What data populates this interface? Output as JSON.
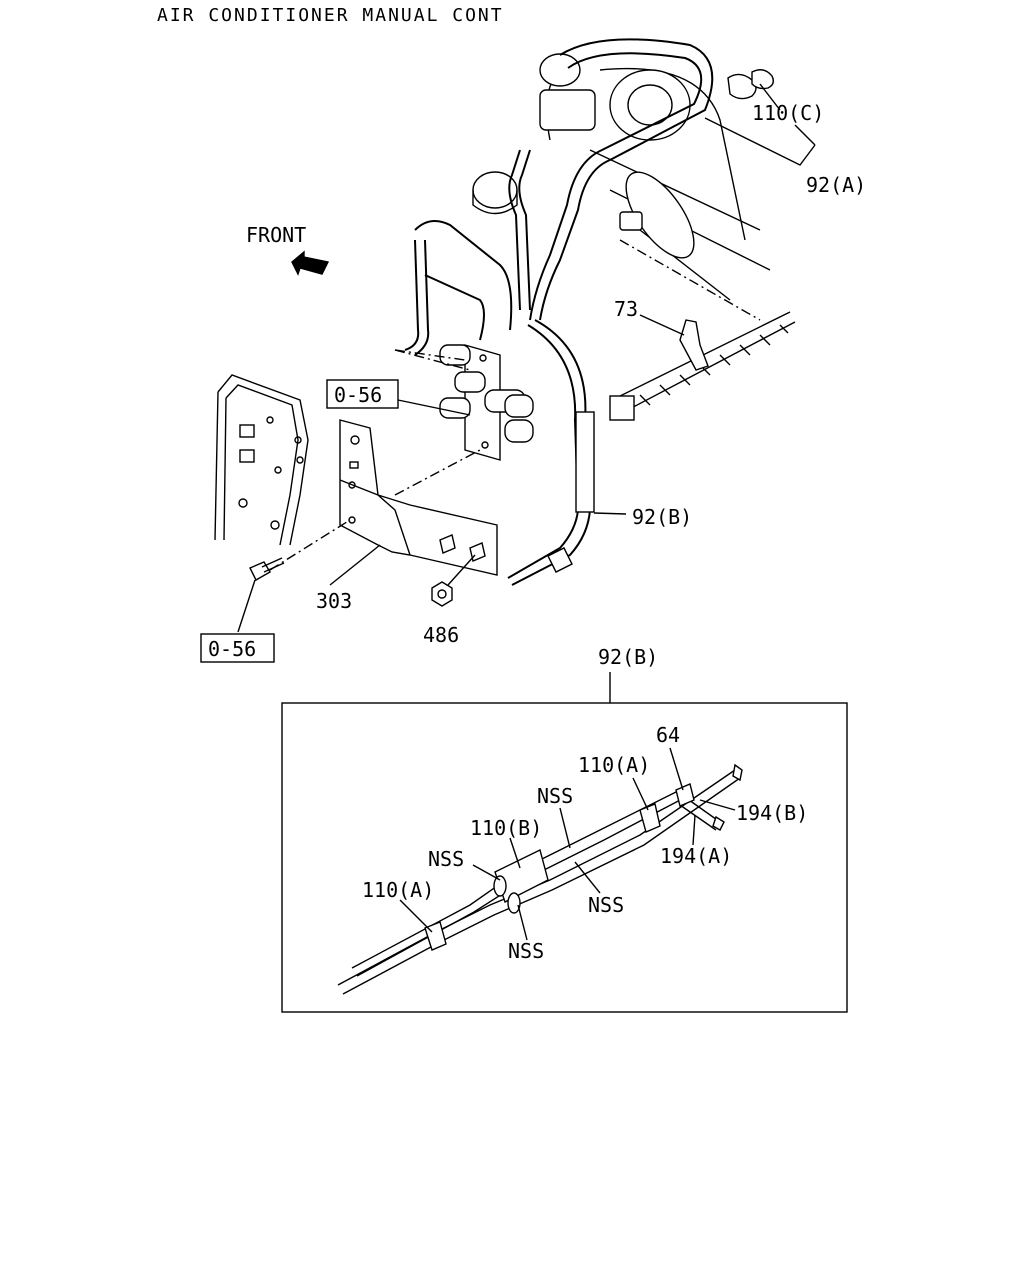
{
  "title": "AIR CONDITIONER MANUAL CONT",
  "front_label": "FRONT",
  "callouts": {
    "c110c": "110(C)",
    "c92a": "92(A)",
    "c73": "73",
    "c056_top": "0-56",
    "c92b_main": "92(B)",
    "c303": "303",
    "c486": "486",
    "c056_bottom": "0-56",
    "c92b_detail": "92(B)"
  },
  "detail": {
    "c64": "64",
    "c110a_top": "110(A)",
    "c194b": "194(B)",
    "c194a": "194(A)",
    "cnss_1": "NSS",
    "c110b": "110(B)",
    "cnss_2": "NSS",
    "cnss_3": "NSS",
    "c110a_left": "110(A)",
    "cnss_4": "NSS"
  }
}
